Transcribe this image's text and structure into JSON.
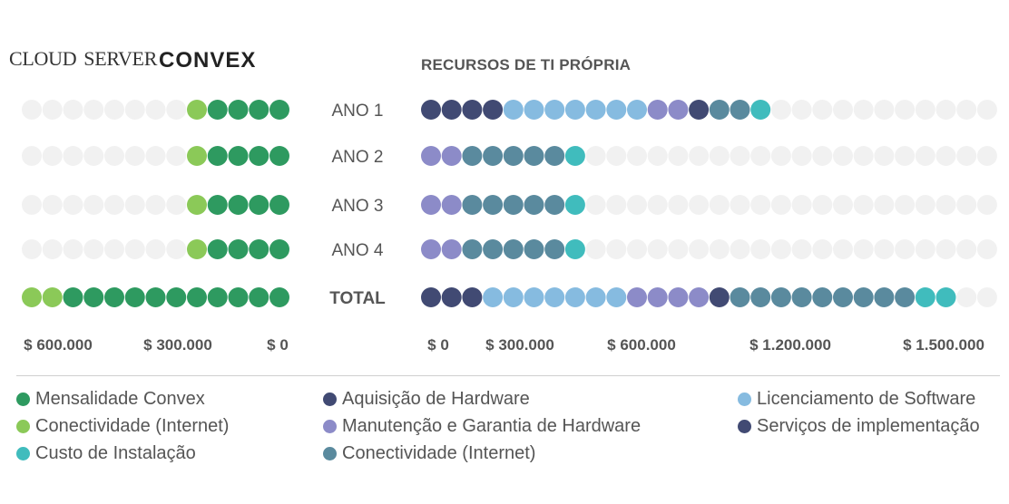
{
  "logo": {
    "word1": "CLOUD",
    "word2": "SERVER",
    "brand": "CONVEX"
  },
  "right_title": "RECURSOS DE TI PRÓPRIA",
  "colors": {
    "mensalidade": "#2e9a60",
    "conectividade_convex": "#8bc958",
    "aquisicao": "#414a73",
    "licenciamento": "#86bbe0",
    "manutencao": "#8c8bc8",
    "servicos": "#414a73",
    "conectividade_ti": "#5a8a9e",
    "instalacao": "#40bcbd",
    "empty": "#f1f1f1"
  },
  "legend": [
    {
      "label": "Mensalidade Convex",
      "color": "#2e9a60"
    },
    {
      "label": "Conectividade (Internet)",
      "color": "#8bc958"
    },
    {
      "label": "Custo de Instalação",
      "color": "#40bcbd"
    },
    {
      "label": "Aquisição de Hardware",
      "color": "#414a73"
    },
    {
      "label": "Manutenção e Garantia de Hardware",
      "color": "#8c8bc8"
    },
    {
      "label": "Conectividade (Internet)",
      "color": "#5a8a9e"
    },
    {
      "label": "Licenciamento de Software",
      "color": "#86bbe0"
    },
    {
      "label": "Serviços de implementação",
      "color": "#414a73"
    }
  ],
  "chart_data": [
    {
      "type": "bar",
      "unit": "dots",
      "direction": "right-to-left",
      "max_dots": 13,
      "categories": [
        "ANO 1",
        "ANO 2",
        "ANO 3",
        "ANO 4",
        "TOTAL"
      ],
      "rows": [
        [
          [
            "mensalidade",
            4
          ],
          [
            "conectividade_convex",
            1
          ]
        ],
        [
          [
            "mensalidade",
            4
          ],
          [
            "conectividade_convex",
            1
          ]
        ],
        [
          [
            "mensalidade",
            4
          ],
          [
            "conectividade_convex",
            1
          ]
        ],
        [
          [
            "mensalidade",
            4
          ],
          [
            "conectividade_convex",
            1
          ]
        ],
        [
          [
            "mensalidade",
            11
          ],
          [
            "conectividade_convex",
            2
          ]
        ]
      ],
      "axis_labels": [
        "$ 600.000",
        "$ 300.000",
        "$ 0"
      ]
    },
    {
      "type": "bar",
      "unit": "dots",
      "direction": "left-to-right",
      "max_dots": 28,
      "title": "RECURSOS DE TI PRÓPRIA",
      "categories": [
        "ANO 1",
        "ANO 2",
        "ANO 3",
        "ANO 4",
        "TOTAL"
      ],
      "rows": [
        [
          [
            "aquisicao",
            4
          ],
          [
            "licenciamento",
            7
          ],
          [
            "manutencao",
            2
          ],
          [
            "servicos",
            1
          ],
          [
            "conectividade_ti",
            2
          ],
          [
            "instalacao",
            1
          ]
        ],
        [
          [
            "manutencao",
            2
          ],
          [
            "conectividade_ti",
            5
          ],
          [
            "instalacao",
            1
          ]
        ],
        [
          [
            "manutencao",
            2
          ],
          [
            "conectividade_ti",
            5
          ],
          [
            "instalacao",
            1
          ]
        ],
        [
          [
            "manutencao",
            2
          ],
          [
            "conectividade_ti",
            5
          ],
          [
            "instalacao",
            1
          ]
        ],
        [
          [
            "aquisicao",
            3
          ],
          [
            "licenciamento",
            7
          ],
          [
            "manutencao",
            4
          ],
          [
            "servicos",
            1
          ],
          [
            "conectividade_ti",
            9
          ],
          [
            "instalacao",
            2
          ]
        ]
      ],
      "axis_labels": [
        "$ 0",
        "$ 300.000",
        "$ 600.000",
        "$ 1.200.000",
        "$ 1.500.000"
      ]
    }
  ]
}
